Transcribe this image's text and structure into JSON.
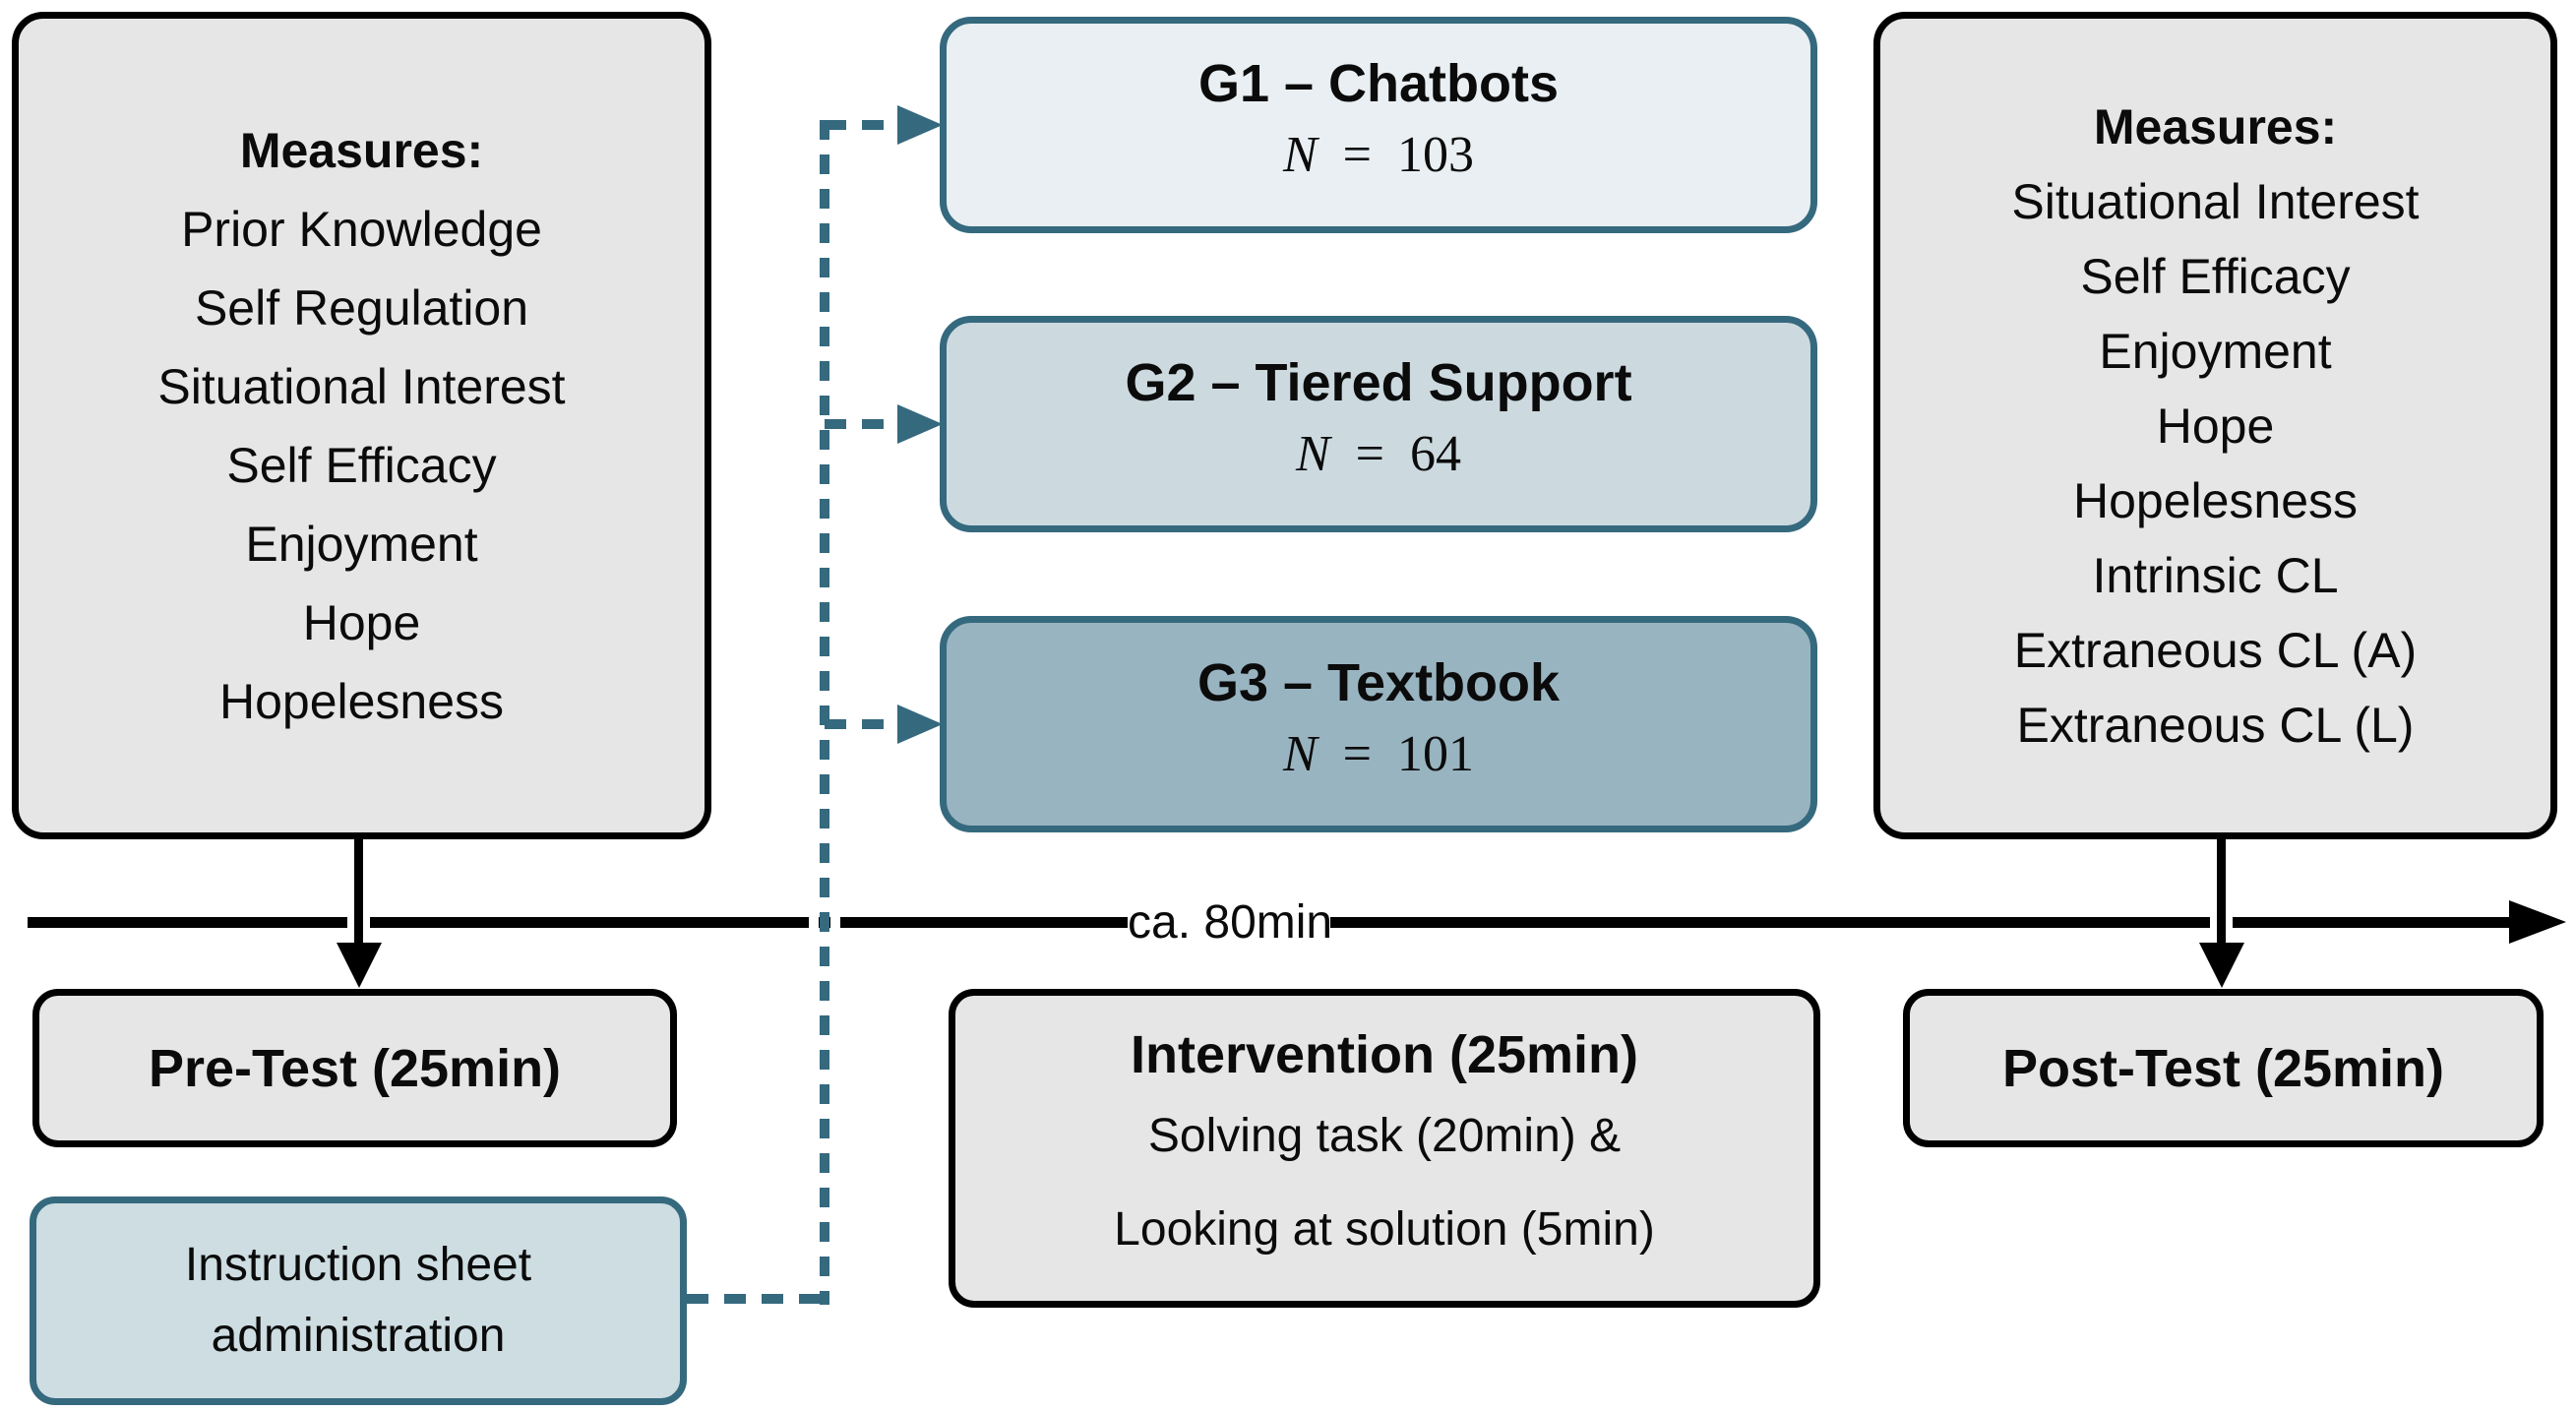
{
  "colors": {
    "teal": "#35697e",
    "box_gray": "#e6e6e6",
    "g1_fill": "#e9eff2",
    "g2_fill": "#ccdae0",
    "g3_fill": "#98b4c0",
    "instruction_fill": "#cddde2"
  },
  "left_panel": {
    "title": "Measures:",
    "items": [
      "Prior Knowledge",
      "Self Regulation",
      "Situational Interest",
      "Self Efficacy",
      "Enjoyment",
      "Hope",
      "Hopelesness"
    ]
  },
  "right_panel": {
    "title": "Measures:",
    "items": [
      "Situational Interest",
      "Self Efficacy",
      "Enjoyment",
      "Hope",
      "Hopelesness",
      "Intrinsic CL",
      "Extraneous CL (A)",
      "Extraneous CL (L)"
    ]
  },
  "groups": [
    {
      "title": "G1 – Chatbots",
      "n_symbol": "N",
      "equals": "=",
      "n_value": "103"
    },
    {
      "title": "G2 – Tiered Support",
      "n_symbol": "N",
      "equals": "=",
      "n_value": "64"
    },
    {
      "title": "G3 – Textbook",
      "n_symbol": "N",
      "equals": "=",
      "n_value": "101"
    }
  ],
  "timeline": {
    "label": "ca. 80min"
  },
  "stages": {
    "pretest": {
      "label": "Pre-Test (25min)"
    },
    "intervention": {
      "title": "Intervention (25min)",
      "details": [
        "Solving task (20min) &",
        "Looking at solution (5min)"
      ]
    },
    "posttest": {
      "label": "Post-Test (25min)"
    },
    "instruction": {
      "lines": [
        "Instruction sheet",
        "administration"
      ]
    }
  }
}
